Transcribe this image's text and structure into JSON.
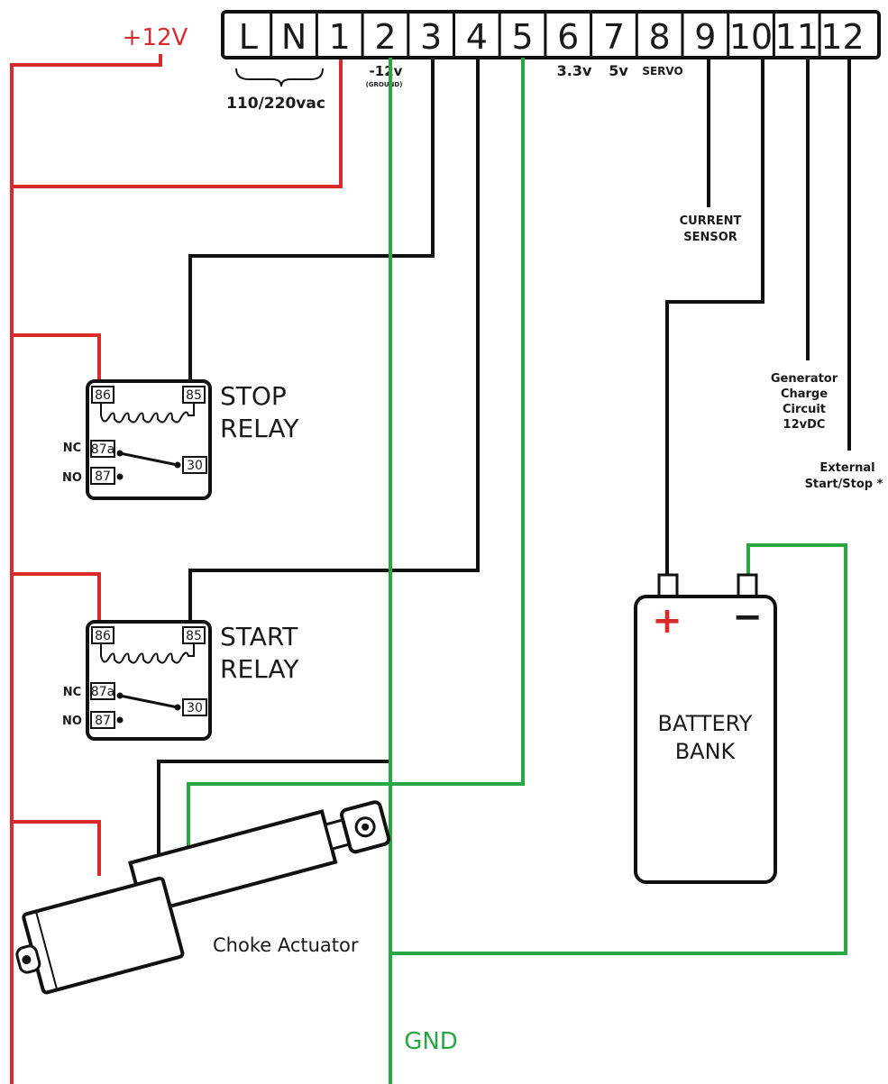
{
  "terminal_block": {
    "terminals": [
      "L",
      "N",
      "1",
      "2",
      "3",
      "4",
      "5",
      "6",
      "7",
      "8",
      "9",
      "10",
      "11",
      "12"
    ],
    "ac_label": "110/220vac",
    "t2_label": "-12v",
    "t2_sublabel": "(GROUND)",
    "t6_label": "3.3v",
    "t7_label": "5v",
    "t8_label": "SERVO"
  },
  "supply": {
    "label": "+12V",
    "color": "#d92b2b"
  },
  "ground": {
    "label": "GND",
    "color": "#28a745"
  },
  "current_sensor": {
    "line1": "CURRENT",
    "line2": "SENSOR"
  },
  "generator_charge": {
    "line1": "Generator",
    "line2": "Charge",
    "line3": "Circuit",
    "line4": "12vDC"
  },
  "external": {
    "line1": "External",
    "line2": "Start/Stop *"
  },
  "stop_relay": {
    "title_line1": "STOP",
    "title_line2": "RELAY",
    "pin86": "86",
    "pin85": "85",
    "pin87a": "87a",
    "pin87": "87",
    "pin30": "30",
    "nc": "NC",
    "no": "NO"
  },
  "start_relay": {
    "title_line1": "START",
    "title_line2": "RELAY",
    "pin86": "86",
    "pin85": "85",
    "pin87a": "87a",
    "pin87": "87",
    "pin30": "30",
    "nc": "NC",
    "no": "NO"
  },
  "battery": {
    "line1": "BATTERY",
    "line2": "BANK",
    "plus": "+",
    "minus": "−",
    "plus_color": "#d92b2b"
  },
  "actuator": {
    "label": "Choke Actuator"
  }
}
